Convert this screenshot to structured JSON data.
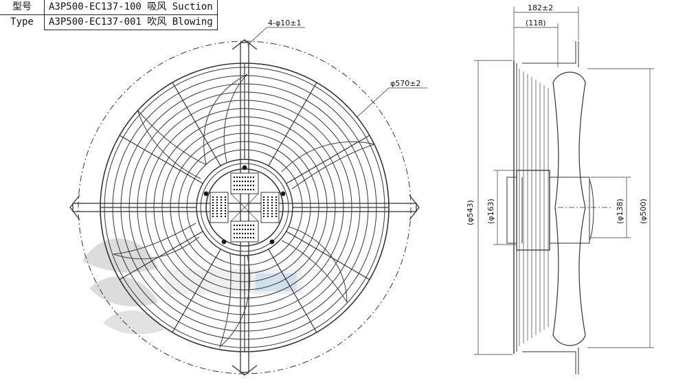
{
  "type_table": {
    "rows": [
      {
        "label": "型号",
        "model": "A3P500-EC137-100 吸风 Suction"
      },
      {
        "label": "Type",
        "model": "A3P500-EC137-001 吹风 Blowing"
      }
    ]
  },
  "front_view": {
    "hole_callout": "4-φ10±1",
    "outer_diameter": "φ570±2"
  },
  "side_view": {
    "overall_depth": "182±2",
    "inner_depth": "(118)",
    "dia_543": "(φ543)",
    "dia_163": "(φ163)",
    "dia_138": "(φ138)",
    "dia_500": "(φ500)"
  },
  "colors": {
    "line": "#333333",
    "watermark": "#d7d7d7",
    "watermark_accent": "#b9d3ea"
  }
}
